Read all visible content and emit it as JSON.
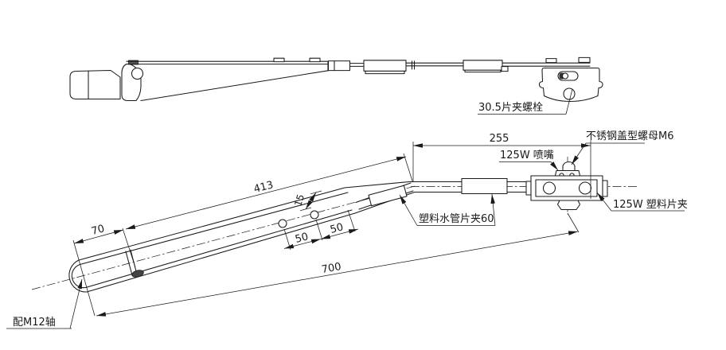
{
  "drawing": {
    "colors": {
      "line": "#1a1a1a",
      "background": "#ffffff"
    },
    "labels": {
      "blade_bolt": "30.5片夹螺栓",
      "cap_nut": "不锈钢盖型螺母M6",
      "nozzle": "125W 喷嘴",
      "blade_clip": "125W 塑料片夹",
      "pipe_clip": "塑料水管片夹60",
      "shaft": "配M12轴"
    },
    "dimensions": {
      "overall": "700",
      "arm_straight": "413",
      "bend_to_end": "255",
      "head_to_collar": "70",
      "hole_spacing_a": "50",
      "hole_spacing_b": "50",
      "hole_offset": "15"
    }
  }
}
